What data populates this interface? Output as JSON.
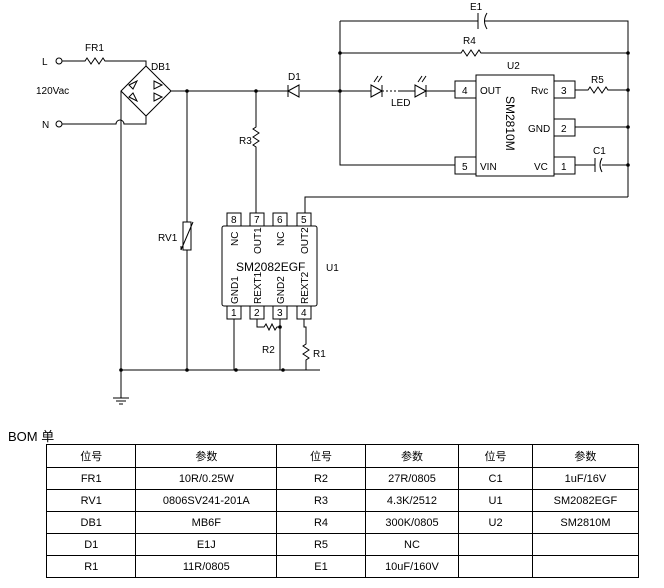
{
  "schematic": {
    "labels": {
      "L": "L",
      "N": "N",
      "vac": "120Vac",
      "FR1": "FR1",
      "DB1": "DB1",
      "D1": "D1",
      "R3": "R3",
      "RV1": "RV1",
      "E1": "E1",
      "R4": "R4",
      "U2": "U2",
      "LED": "LED",
      "R5": "R5",
      "C1": "C1",
      "U1": "U1",
      "R2": "R2",
      "R1": "R1"
    },
    "u2": {
      "name": "SM2810M",
      "pins": {
        "out": "OUT",
        "vin": "VIN",
        "rvc": "Rvc",
        "gnd": "GND",
        "vc": "VC"
      },
      "numbers": {
        "p1": "1",
        "p2": "2",
        "p3": "3",
        "p4": "4",
        "p5": "5"
      }
    },
    "u1": {
      "name": "SM2082EGF",
      "top_pins": [
        "NC",
        "OUT1",
        "NC",
        "OUT2"
      ],
      "top_numbers": [
        "8",
        "7",
        "6",
        "5"
      ],
      "bottom_pins": [
        "GND1",
        "REXT1",
        "GND2",
        "REXT2"
      ],
      "bottom_numbers": [
        "1",
        "2",
        "3",
        "4"
      ]
    }
  },
  "bom": {
    "title": "BOM 单",
    "headers": [
      "位号",
      "参数",
      "位号",
      "参数",
      "位号",
      "参数"
    ],
    "rows": [
      [
        "FR1",
        "10R/0.25W",
        "R2",
        "27R/0805",
        "C1",
        "1uF/16V"
      ],
      [
        "RV1",
        "0806SV241-201A",
        "R3",
        "4.3K/2512",
        "U1",
        "SM2082EGF"
      ],
      [
        "DB1",
        "MB6F",
        "R4",
        "300K/0805",
        "U2",
        "SM2810M"
      ],
      [
        "D1",
        "E1J",
        "R5",
        "NC",
        "",
        ""
      ],
      [
        "R1",
        "11R/0805",
        "E1",
        "10uF/160V",
        "",
        ""
      ]
    ]
  }
}
